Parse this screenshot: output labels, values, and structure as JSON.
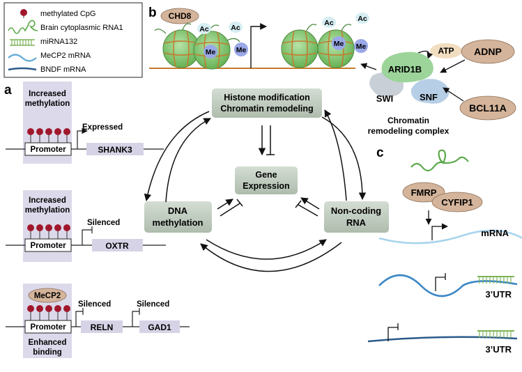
{
  "legend": {
    "items": [
      {
        "label": "methylated CpG",
        "icon": "methylated-cpg-icon",
        "color": "#a0172c"
      },
      {
        "label": "Brain cytoplasmic RNA1",
        "icon": "brain-cytoplasmic-rna1-icon",
        "color": "#5aa84a"
      },
      {
        "label": "miRNA132",
        "icon": "mirna132-icon",
        "color": "#7db35a"
      },
      {
        "label": "MeCP2 mRNA",
        "icon": "mecp2-mrna-icon",
        "color": "#6aaed8"
      },
      {
        "label": "BNDF mRNA",
        "icon": "bndf-mrna-icon",
        "color": "#2a5a8a"
      }
    ]
  },
  "panels": {
    "a": "a",
    "b": "b",
    "c": "c"
  },
  "panel_a": {
    "row1": {
      "title1": "Increased",
      "title2": "methylation",
      "promoter": "Promoter",
      "status": "Expressed",
      "gene": "SHANK3"
    },
    "row2": {
      "title1": "Increased",
      "title2": "methylation",
      "promoter": "Promoter",
      "status": "Silenced",
      "gene": "OXTR"
    },
    "row3": {
      "protein": "MeCP2",
      "promoter": "Promoter",
      "bottom1": "Enhanced",
      "bottom2": "binding",
      "status1": "Silenced",
      "gene1": "RELN",
      "status2": "Silenced",
      "gene2": "GAD1"
    }
  },
  "panel_b": {
    "chd8": "CHD8",
    "ac": "Ac",
    "me": "Me",
    "atp": "ATP",
    "arid1b": "ARID1B",
    "swi": "SWI",
    "snf": "SNF",
    "adnp": "ADNP",
    "bcl11a": "BCL11A",
    "complex1": "Chromatin",
    "complex2": "remodeling complex"
  },
  "center": {
    "histone1": "Histone modification",
    "histone2": "Chromatin remodeling",
    "gene1": "Gene",
    "gene2": "Expression",
    "dna1": "DNA",
    "dna2": "methylation",
    "ncrna1": "Non-coding",
    "ncrna2": "RNA"
  },
  "panel_c": {
    "fmrp": "FMRP",
    "cyfip1": "CYFIP1",
    "mrna": "mRNA",
    "utr": "3’UTR"
  },
  "colors": {
    "box_purple": "#dcd9ea",
    "gene_box": "#d7d3e6",
    "center_box": "#c7d2c6",
    "protein_tan": "#d4b49a",
    "nucleosome_green": "#8cc97a",
    "cpg_red": "#a0172c"
  }
}
